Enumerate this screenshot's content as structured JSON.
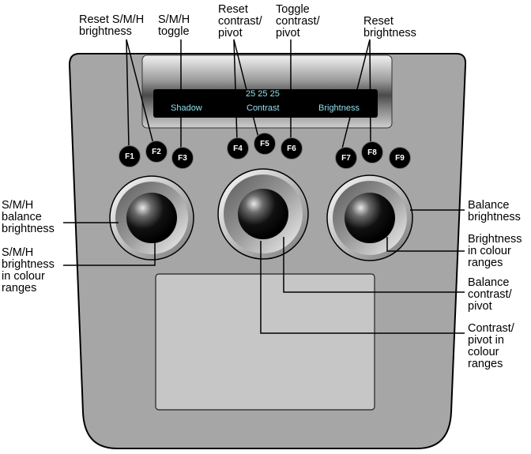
{
  "display": {
    "values": "25 25 25",
    "labels": [
      "Shadow",
      "Contrast",
      "Brightness"
    ],
    "text_color": "#8fe0ee"
  },
  "buttons": [
    "F1",
    "F2",
    "F3",
    "F4",
    "F5",
    "F6",
    "F7",
    "F8",
    "F9"
  ],
  "callouts": {
    "reset_smh_brightness": "Reset S/M/H\nbrightness",
    "smh_toggle": "S/M/H\ntoggle",
    "reset_contrast_pivot": "Reset\ncontrast/\npivot",
    "toggle_contrast_pivot": "Toggle\ncontrast/\npivot",
    "reset_brightness": "Reset\nbrightness",
    "smh_balance_brightness": "S/M/H\nbalance\nbrightness",
    "smh_brightness_colour_ranges": "S/M/H\nbrightness\nin colour\nranges",
    "balance_brightness": "Balance\nbrightness",
    "brightness_colour_ranges": "Brightness\nin colour\nranges",
    "balance_contrast_pivot": "Balance\ncontrast/\npivot",
    "contrast_pivot_colour_ranges": "Contrast/\npivot in\ncolour\nranges"
  },
  "colors": {
    "body": "#a6a6a6",
    "pad": "#c6c6c6",
    "display_bg": "#000000"
  }
}
